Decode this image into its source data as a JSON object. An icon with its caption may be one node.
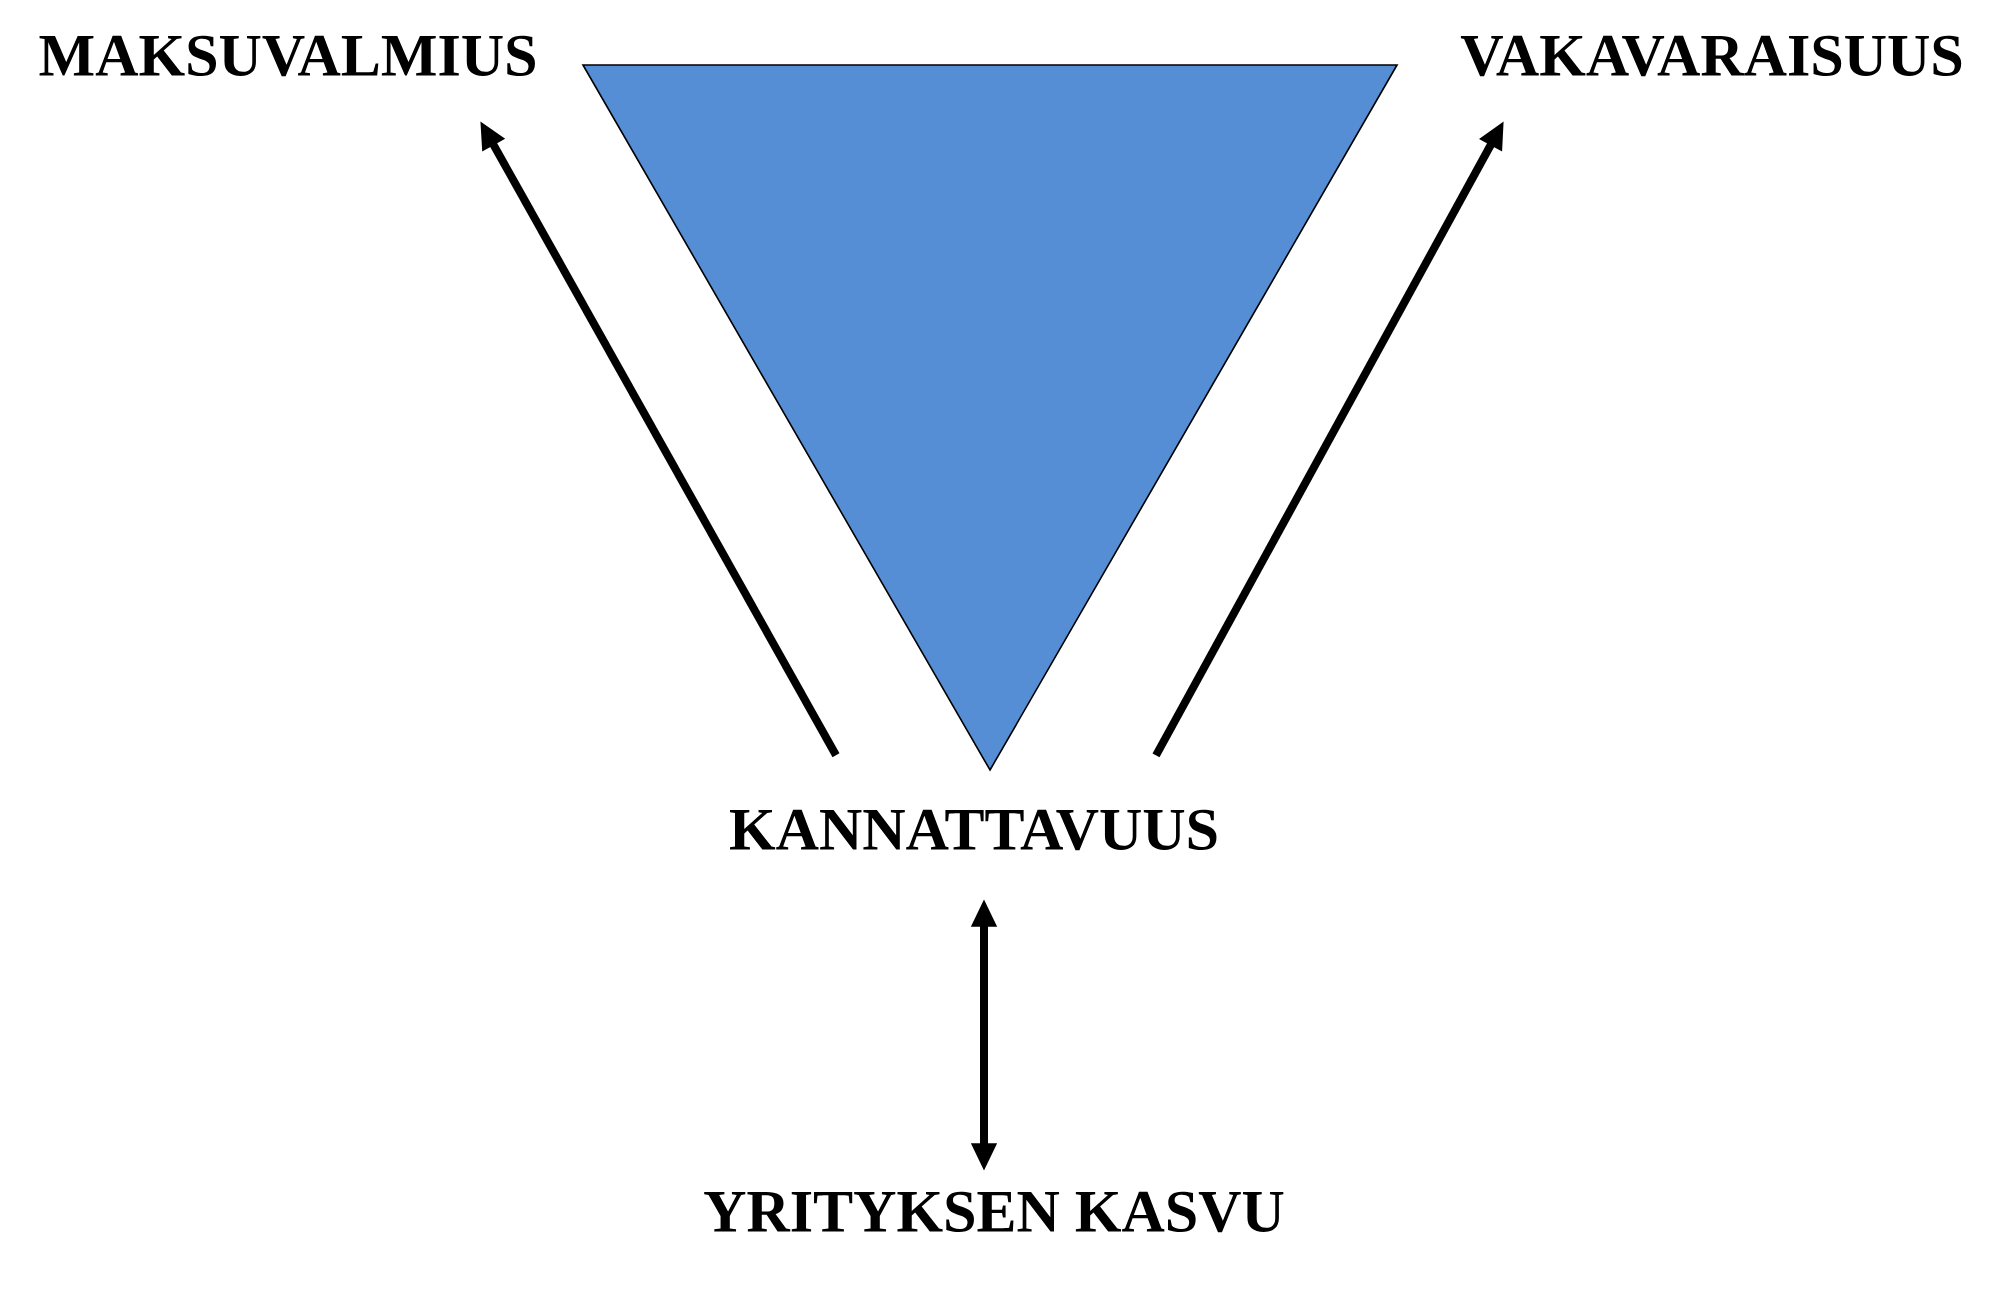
{
  "diagram": {
    "nodes": [
      {
        "text": [
          "MAKSUVALMIUS"
        ]
      },
      {
        "text": [],
        "shape": "triangle"
      },
      {
        "text": [
          "VAKAVARAISUUS"
        ]
      },
      {
        "text": [
          "KANNATTAVUUS"
        ]
      },
      {
        "text": [
          "YRITYKSEN KASVU"
        ]
      }
    ],
    "edges": [
      {
        "from": 3,
        "to": 0,
        "arrow": "to"
      },
      {
        "from": 3,
        "to": 2,
        "arrow": "to"
      },
      {
        "from": 3,
        "to": 4,
        "arrow": "both"
      }
    ]
  }
}
